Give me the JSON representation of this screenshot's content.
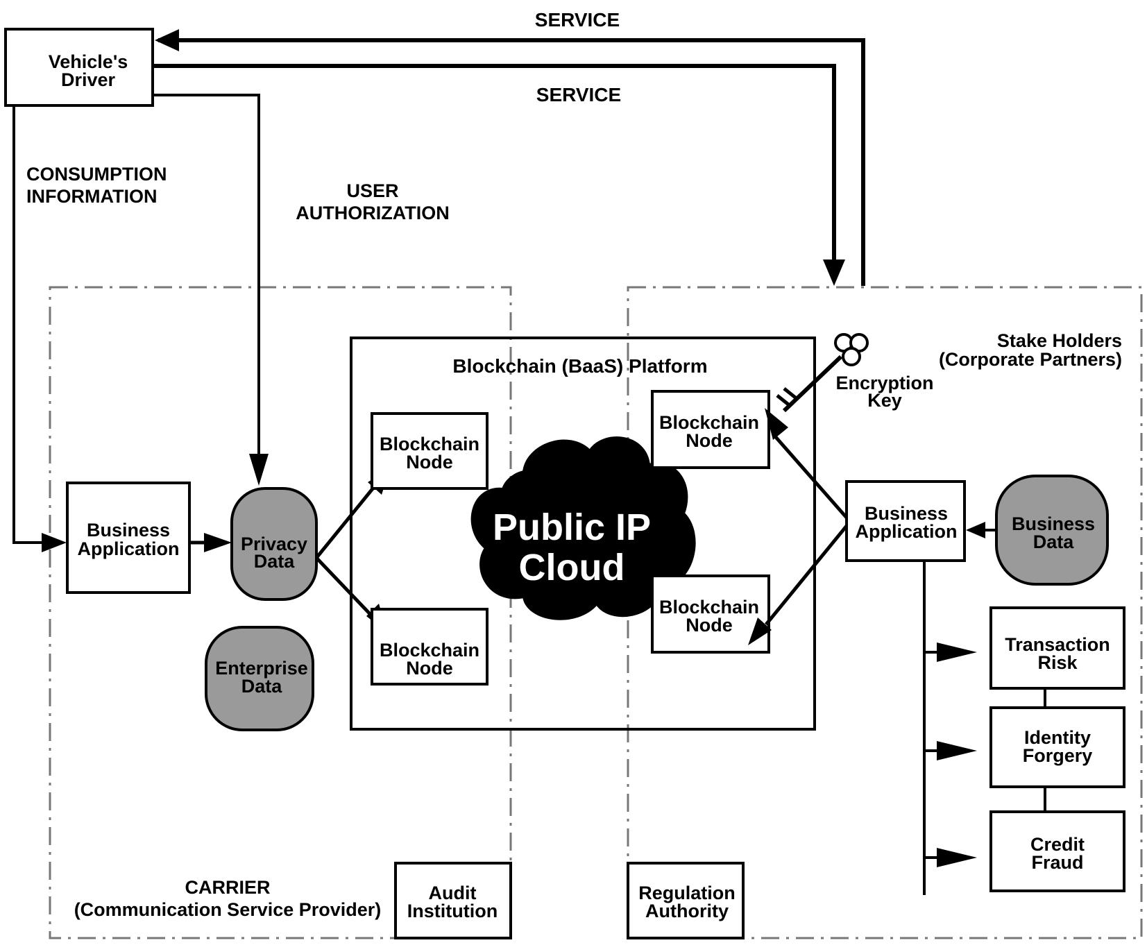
{
  "labels": {
    "service_top": "SERVICE",
    "service_mid": "SERVICE",
    "consumption_line1": "CONSUMPTION",
    "consumption_line2": "INFORMATION",
    "user_auth_line1": "USER",
    "user_auth_line2": "AUTHORIZATION",
    "platform_title": "Blockchain (BaaS) Platform",
    "stakeholders_line1": "Stake Holders",
    "stakeholders_line2": "(Corporate Partners)",
    "encryption_line1": "Encryption",
    "encryption_line2": "Key",
    "carrier_line1": "CARRIER",
    "carrier_line2": "(Communication Service Provider)"
  },
  "driver": {
    "line1": "Vehicle's",
    "line2": "Driver"
  },
  "left_business_app": {
    "line1": "Business",
    "line2": "Application"
  },
  "right_business_app": {
    "line1": "Business",
    "line2": "Application"
  },
  "privacy_data": {
    "line1": "Privacy",
    "line2": "Data"
  },
  "enterprise_data": {
    "line1": "Enterprise",
    "line2": "Data"
  },
  "business_data": {
    "line1": "Business",
    "line2": "Data"
  },
  "nodes": {
    "left_top": {
      "line1": "Blockchain",
      "line2": "Node"
    },
    "left_bottom": {
      "line1": "Blockchain",
      "line2": "Node"
    },
    "right_top": {
      "line1": "Blockchain",
      "line2": "Node"
    },
    "right_bottom": {
      "line1": "Blockchain",
      "line2": "Node"
    }
  },
  "cloud": {
    "line1": "Public IP",
    "line2": "Cloud"
  },
  "risks": {
    "transaction": {
      "line1": "Transaction",
      "line2": "Risk"
    },
    "identity": {
      "line1": "Identity",
      "line2": "Forgery"
    },
    "credit": {
      "line1": "Credit",
      "line2": "Fraud"
    }
  },
  "audit": {
    "line1": "Audit",
    "line2": "Institution"
  },
  "regulation": {
    "line1": "Regulation",
    "line2": "Authority"
  }
}
